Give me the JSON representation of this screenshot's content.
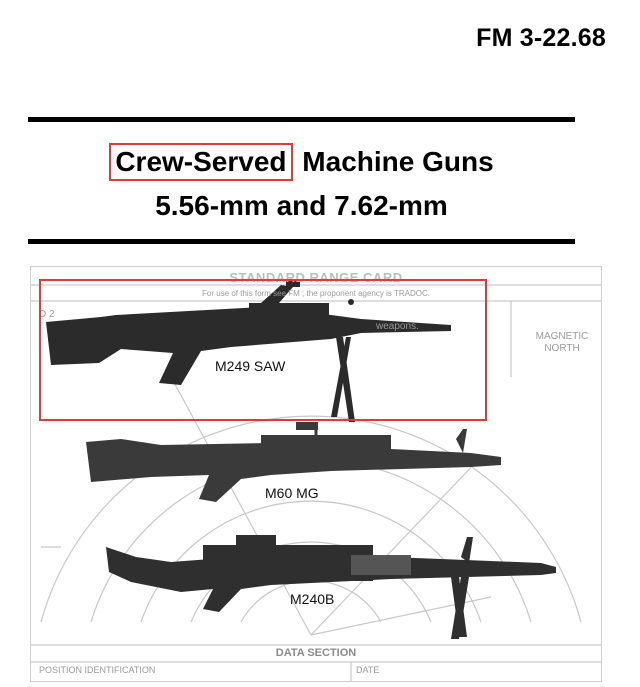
{
  "document": {
    "id": "FM 3-22.68",
    "title_highlighted": "Crew-Served",
    "title_rest": "Machine Guns",
    "subtitle": "5.56-mm and 7.62-mm"
  },
  "figure": {
    "card_title": "STANDARD RANGE CARD",
    "card_subtitle": "For use of this form see FM ; the proponent agency is TRADOC.",
    "card_weapons": "weapons.",
    "card_field": "D 2",
    "magnetic_north": "MAGNETIC NORTH",
    "data_section": "DATA SECTION",
    "position_identification": "POSITION IDENTIFICATION",
    "date": "DATE",
    "guns": [
      {
        "label": "M249 SAW"
      },
      {
        "label": "M60 MG"
      },
      {
        "label": "M240B"
      }
    ]
  },
  "colors": {
    "highlight": "#e53935",
    "rule": "#000000",
    "card_lines": "#c8c8c8",
    "weapon": "#2b2b2b"
  }
}
